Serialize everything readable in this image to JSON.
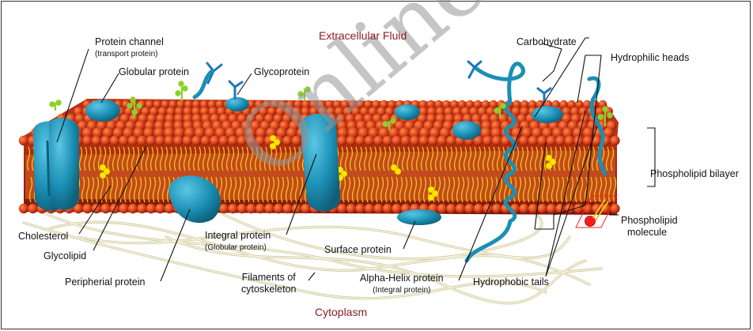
{
  "zones": {
    "extracellular": "Extracellular Fluid",
    "cytoplasm": "Cytoplasm"
  },
  "watermark": "Online Fi",
  "labels": {
    "protein_channel": "Protein channel",
    "protein_channel_sub": "(transport protein)",
    "globular_protein": "Globular protein",
    "glycoprotein": "Glycoprotein",
    "carbohydrate": "Carbohydrate",
    "hydrophilic_heads": "Hydrophilic heads",
    "phospholipid_bilayer": "Phospholipid bilayer",
    "phospholipid_molecule_1": "Phospholipid",
    "phospholipid_molecule_2": "molecule",
    "cholesterol": "Cholesterol",
    "glycolipid": "Glycolipid",
    "peripheral_protein": "Peripherial protein",
    "integral_protein": "Integral protein",
    "integral_protein_sub": "(Globular protein)",
    "surface_protein": "Surface protein",
    "filaments_1": "Filaments of",
    "filaments_2": "cytoskeleton",
    "alpha_helix": "Alpha-Helix protein",
    "alpha_helix_sub": "(Integral protein)",
    "hydrophobic_tails": "Hydrophobic tails"
  },
  "colors": {
    "head": "#d9411a",
    "head_dark": "#8a1c0c",
    "tail": "#f0c419",
    "protein": "#1b8fb4",
    "protein_dark": "#0f5f7a",
    "carbohydrate": "#2a86c7",
    "glycolipid": "#8bd12a",
    "cholesterol": "#ffe600",
    "filament": "#e8e4c0",
    "zone_text": "#8b1e24",
    "highlight": "#ff0000"
  }
}
